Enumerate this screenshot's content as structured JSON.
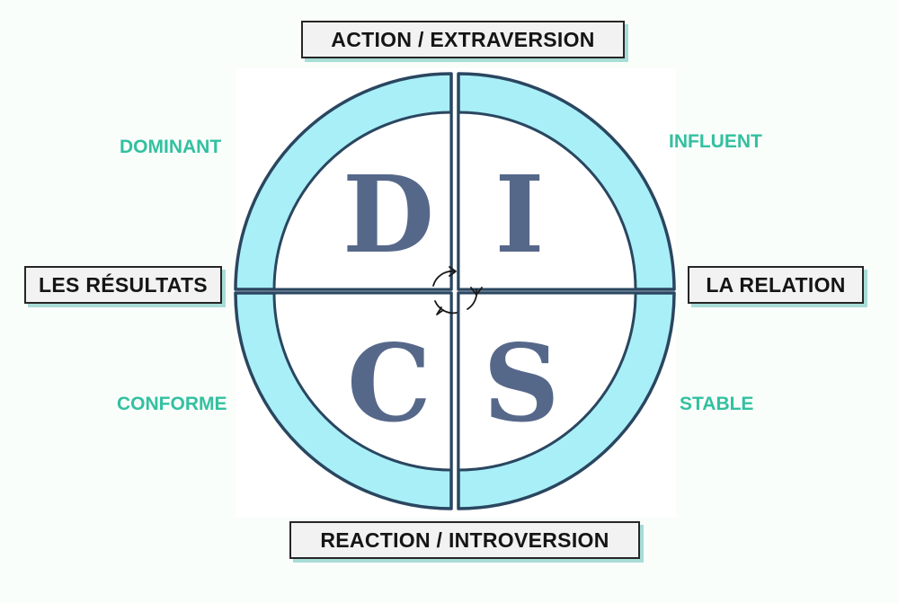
{
  "labels": {
    "top": "ACTION / EXTRAVERSION",
    "bottom": "REACTION / INTROVERSION",
    "left": "LES RÉSULTATS",
    "right": "LA RELATION"
  },
  "traits": {
    "top_left": "DOMINANT",
    "top_right": "INFLUENT",
    "bottom_left": "CONFORME",
    "bottom_right": "STABLE"
  },
  "letters": {
    "top_left": "D",
    "top_right": "I",
    "bottom_left": "C",
    "bottom_right": "S"
  },
  "colors": {
    "ring_fill": "#a9eff7",
    "outline": "#2a4660",
    "letter": "#56688a",
    "trait_text": "#33c0a0",
    "label_shadow": "#a8dcd6"
  },
  "icons": {
    "center": "cycle-arrows-icon"
  }
}
